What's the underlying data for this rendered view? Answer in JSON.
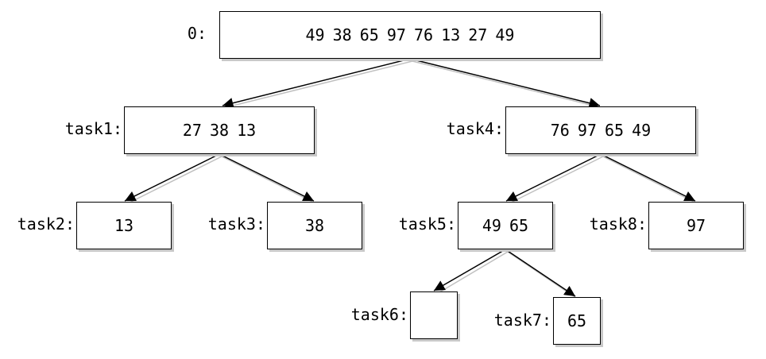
{
  "nodes": {
    "n0": {
      "label": "0:",
      "values": "49 38 65 97 76 13 27 49"
    },
    "task1": {
      "label": "task1:",
      "values": "27 38 13"
    },
    "task2": {
      "label": "task2:",
      "values": "13"
    },
    "task3": {
      "label": "task3:",
      "values": "38"
    },
    "task4": {
      "label": "task4:",
      "values": "76 97 65 49"
    },
    "task5": {
      "label": "task5:",
      "values": "49 65"
    },
    "task6": {
      "label": "task6:",
      "values": ""
    },
    "task7": {
      "label": "task7:",
      "values": "65"
    },
    "task8": {
      "label": "task8:",
      "values": "97"
    }
  }
}
